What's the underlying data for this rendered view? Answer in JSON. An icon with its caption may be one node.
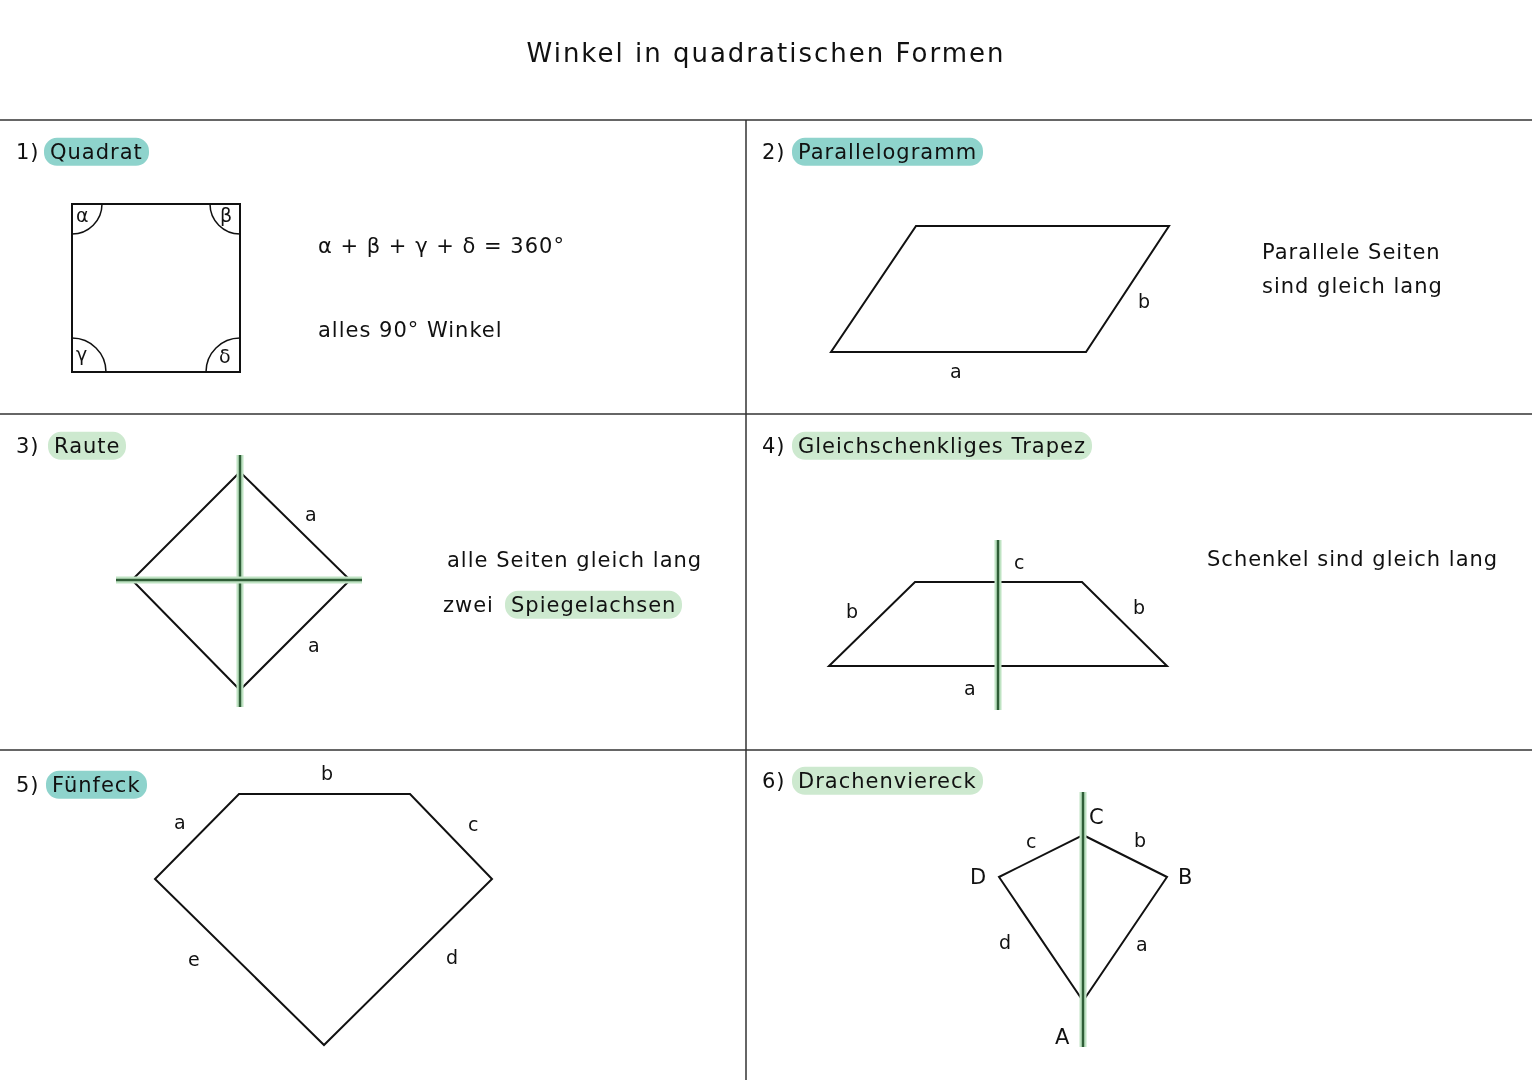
{
  "diagram": {
    "title": "Winkel in quadratischen Formen",
    "labels": [
      "1)",
      "Quadrat",
      "α",
      "β",
      "α + β + γ + δ = 360°",
      "alles 90° Winkel",
      "γ",
      "δ",
      "2)",
      "Parallelogramm",
      "Parallele Seiten sind gleich lang",
      "b",
      "a",
      "3)",
      "Raute",
      "a",
      "alle Seiten gleich lang",
      "zwei",
      "Spiegelachsen",
      "a",
      "4)",
      "Gleichschenkliges Trapez",
      "c",
      "Schenkel sind gleich lang",
      "b",
      "b",
      "a",
      "5)",
      "Fünfeck",
      "b",
      "a",
      "c",
      "e",
      "d",
      "6)",
      "Drachenviereck",
      "C",
      "c",
      "b",
      "D",
      "B",
      "d",
      "a",
      "A"
    ]
  }
}
